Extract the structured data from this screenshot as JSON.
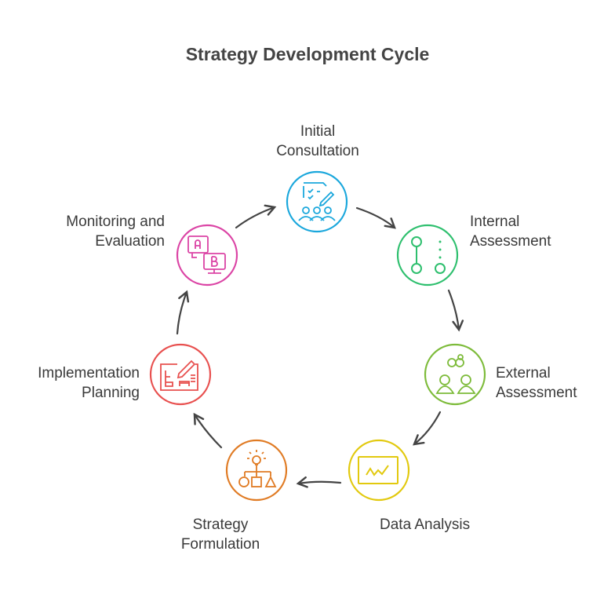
{
  "title": "Strategy Development Cycle",
  "steps": [
    {
      "line1": "Initial",
      "line2": "Consultation",
      "icon": "checklist-team-icon",
      "color": "#1AA7DC"
    },
    {
      "line1": "Internal",
      "line2": "Assessment",
      "icon": "flow-nodes-icon",
      "color": "#2EBF6E"
    },
    {
      "line1": "External",
      "line2": "Assessment",
      "icon": "people-exchange-icon",
      "color": "#7DBB3A"
    },
    {
      "line1": "Data Analysis",
      "line2": "",
      "icon": "line-chart-icon",
      "color": "#E2C90E"
    },
    {
      "line1": "Strategy",
      "line2": "Formulation",
      "icon": "idea-hierarchy-icon",
      "color": "#E07B24"
    },
    {
      "line1": "Implementation",
      "line2": "Planning",
      "icon": "plan-pencil-icon",
      "color": "#E8504F"
    },
    {
      "line1": "Monitoring and",
      "line2": "Evaluation",
      "icon": "ab-test-icon",
      "color": "#DB44A5"
    }
  ]
}
